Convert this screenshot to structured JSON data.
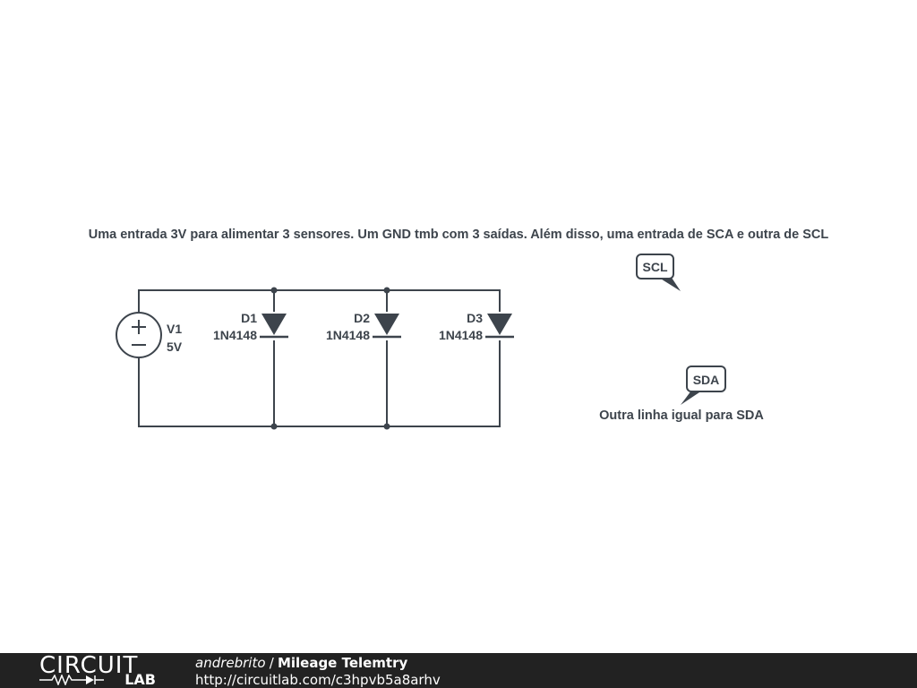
{
  "schematic": {
    "note_top": "Uma entrada 3V para alimentar 3 sensores. Um GND tmb com 3 saídas. Além disso, uma entrada de SCA e outra de SCL",
    "note_sda": "Outra linha igual para SDA",
    "source": {
      "name": "V1",
      "value": "5V"
    },
    "diodes": [
      {
        "name": "D1",
        "part": "1N4148"
      },
      {
        "name": "D2",
        "part": "1N4148"
      },
      {
        "name": "D3",
        "part": "1N4148"
      }
    ],
    "net_labels": [
      "SCL",
      "SDA"
    ],
    "colors": {
      "ink": "#3d444c",
      "footer_bg": "#222222"
    }
  },
  "footer": {
    "logo_top": "CIRCUIT",
    "logo_bottom": "LAB",
    "author": "andrebrito",
    "separator": "/",
    "project": "Mileage Telemtry",
    "url": "http://circuitlab.com/c3hpvb5a8arhv"
  }
}
